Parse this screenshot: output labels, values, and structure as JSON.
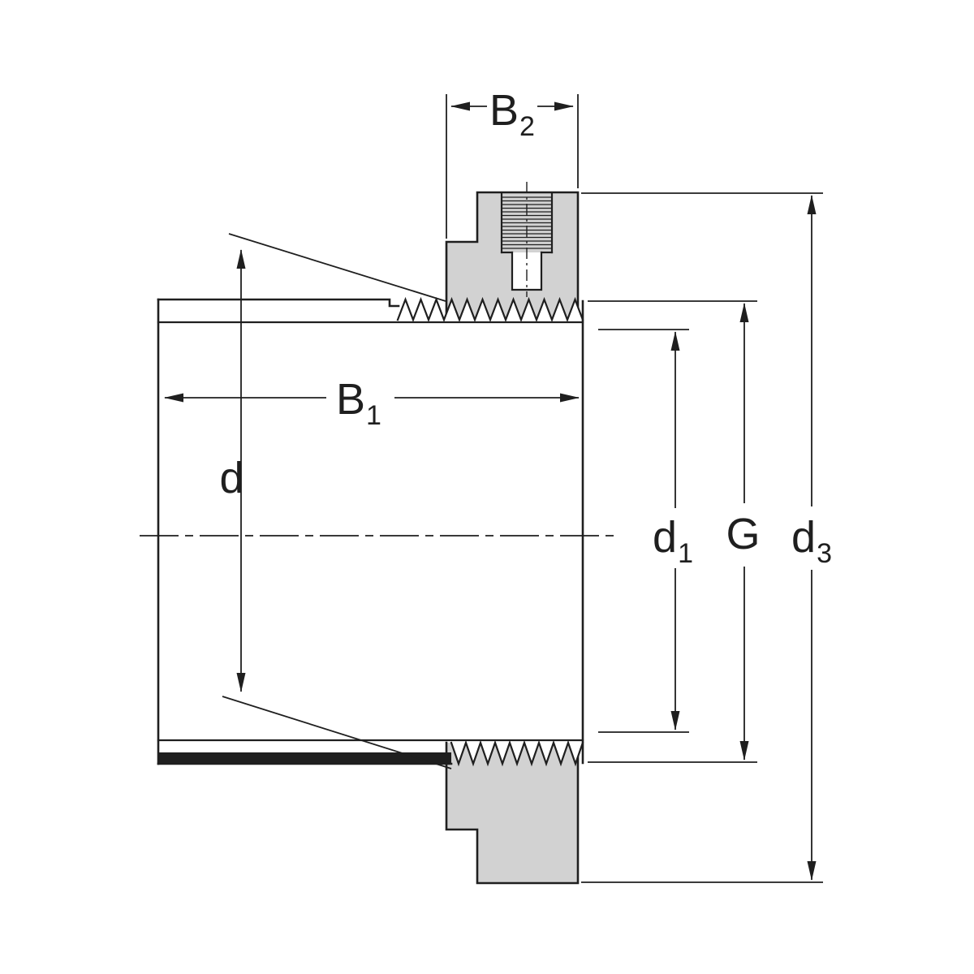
{
  "labels": {
    "b2": {
      "base": "B",
      "sub": "2"
    },
    "b1": {
      "base": "B",
      "sub": "1"
    },
    "d": {
      "base": "d",
      "sub": ""
    },
    "d1": {
      "base": "d",
      "sub": "1"
    },
    "g": {
      "base": "G",
      "sub": ""
    },
    "d3": {
      "base": "d",
      "sub": "3"
    }
  },
  "colors": {
    "line": "#1f1f1f",
    "metal_fill": "#d2d2d2",
    "background": "#ffffff"
  }
}
